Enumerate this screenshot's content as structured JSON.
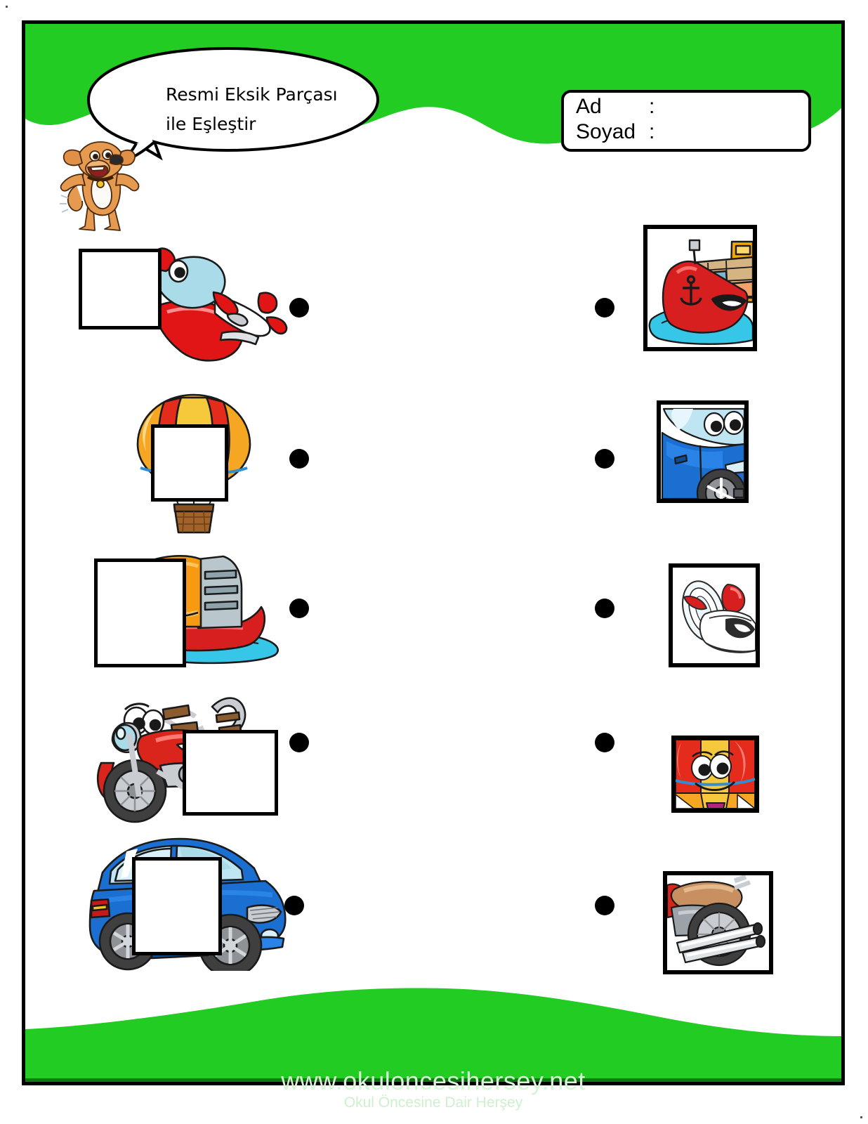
{
  "page": {
    "title": "Resmi Eksik Parçası ile Eşleştir",
    "language": "tr",
    "background_color": "#ffffff",
    "border_color": "#000000",
    "accent_green": "#22cc22"
  },
  "header": {
    "speech_bubble_text": "Resmi Eksik Parçası\nile Eşleştir",
    "mascot": "cartoon-dog",
    "name_field": {
      "first_name_label": "Ad",
      "first_name_separator": ":",
      "first_name_value": "",
      "last_name_label": "Soyad",
      "last_name_separator": ":",
      "last_name_value": ""
    }
  },
  "exercise": {
    "left_column": [
      {
        "id": "airplane",
        "name": "red-airplane",
        "missing_piece": "nose-and-propeller",
        "colors": {
          "body": "#e11515",
          "cabin": "#a9dbe8"
        }
      },
      {
        "id": "hot-air-balloon",
        "name": "hot-air-balloon",
        "missing_piece": "balloon-face",
        "colors": {
          "envelope": "#f5a623",
          "stripe": "#e52b1c",
          "basket": "#a0642a"
        }
      },
      {
        "id": "tugboat",
        "name": "orange-tugboat",
        "missing_piece": "bow-and-anchor",
        "colors": {
          "cabin": "#f59a11",
          "deck": "#b9c7cc",
          "hull": "#d81f1f"
        }
      },
      {
        "id": "motorcycle",
        "name": "red-motorcycle",
        "missing_piece": "seat-and-rear-wheel",
        "colors": {
          "body": "#d9251c",
          "metal": "#c9cdd2"
        }
      },
      {
        "id": "blue-car",
        "name": "blue-car",
        "missing_piece": "door-and-wheel",
        "colors": {
          "body": "#1b6fd0",
          "glass": "#bfe4f2"
        }
      }
    ],
    "right_column": [
      {
        "id": "cargo-ship",
        "name": "red-cargo-ship-piece",
        "matches": "tugboat",
        "colors": {
          "hull": "#d81f1f",
          "water": "#35c6e8",
          "containers": "#d4b483"
        }
      },
      {
        "id": "blue-car-piece",
        "name": "blue-car-piece",
        "matches": "blue-car",
        "colors": {
          "body": "#1b6fd0",
          "glass": "#bfe4f2"
        }
      },
      {
        "id": "airplane-piece",
        "name": "airplane-nose-piece",
        "matches": "airplane",
        "colors": {
          "propeller": "#e8f3f7",
          "tip": "#e11515"
        }
      },
      {
        "id": "balloon-piece",
        "name": "hot-air-balloon-face-piece",
        "matches": "hot-air-balloon",
        "colors": {
          "envelope": "#f5a623",
          "stripe": "#e52b1c"
        }
      },
      {
        "id": "motorcycle-piece",
        "name": "motorcycle-rear-piece",
        "matches": "motorcycle",
        "colors": {
          "seat": "#c89060",
          "metal": "#c9cdd2"
        }
      }
    ],
    "connector_dots": {
      "left_count": 5,
      "right_count": 5,
      "color": "#000000"
    }
  },
  "footer": {
    "url": "www.okuloncesihersey.net",
    "tagline": "Okul Öncesine Dair Herşey"
  }
}
